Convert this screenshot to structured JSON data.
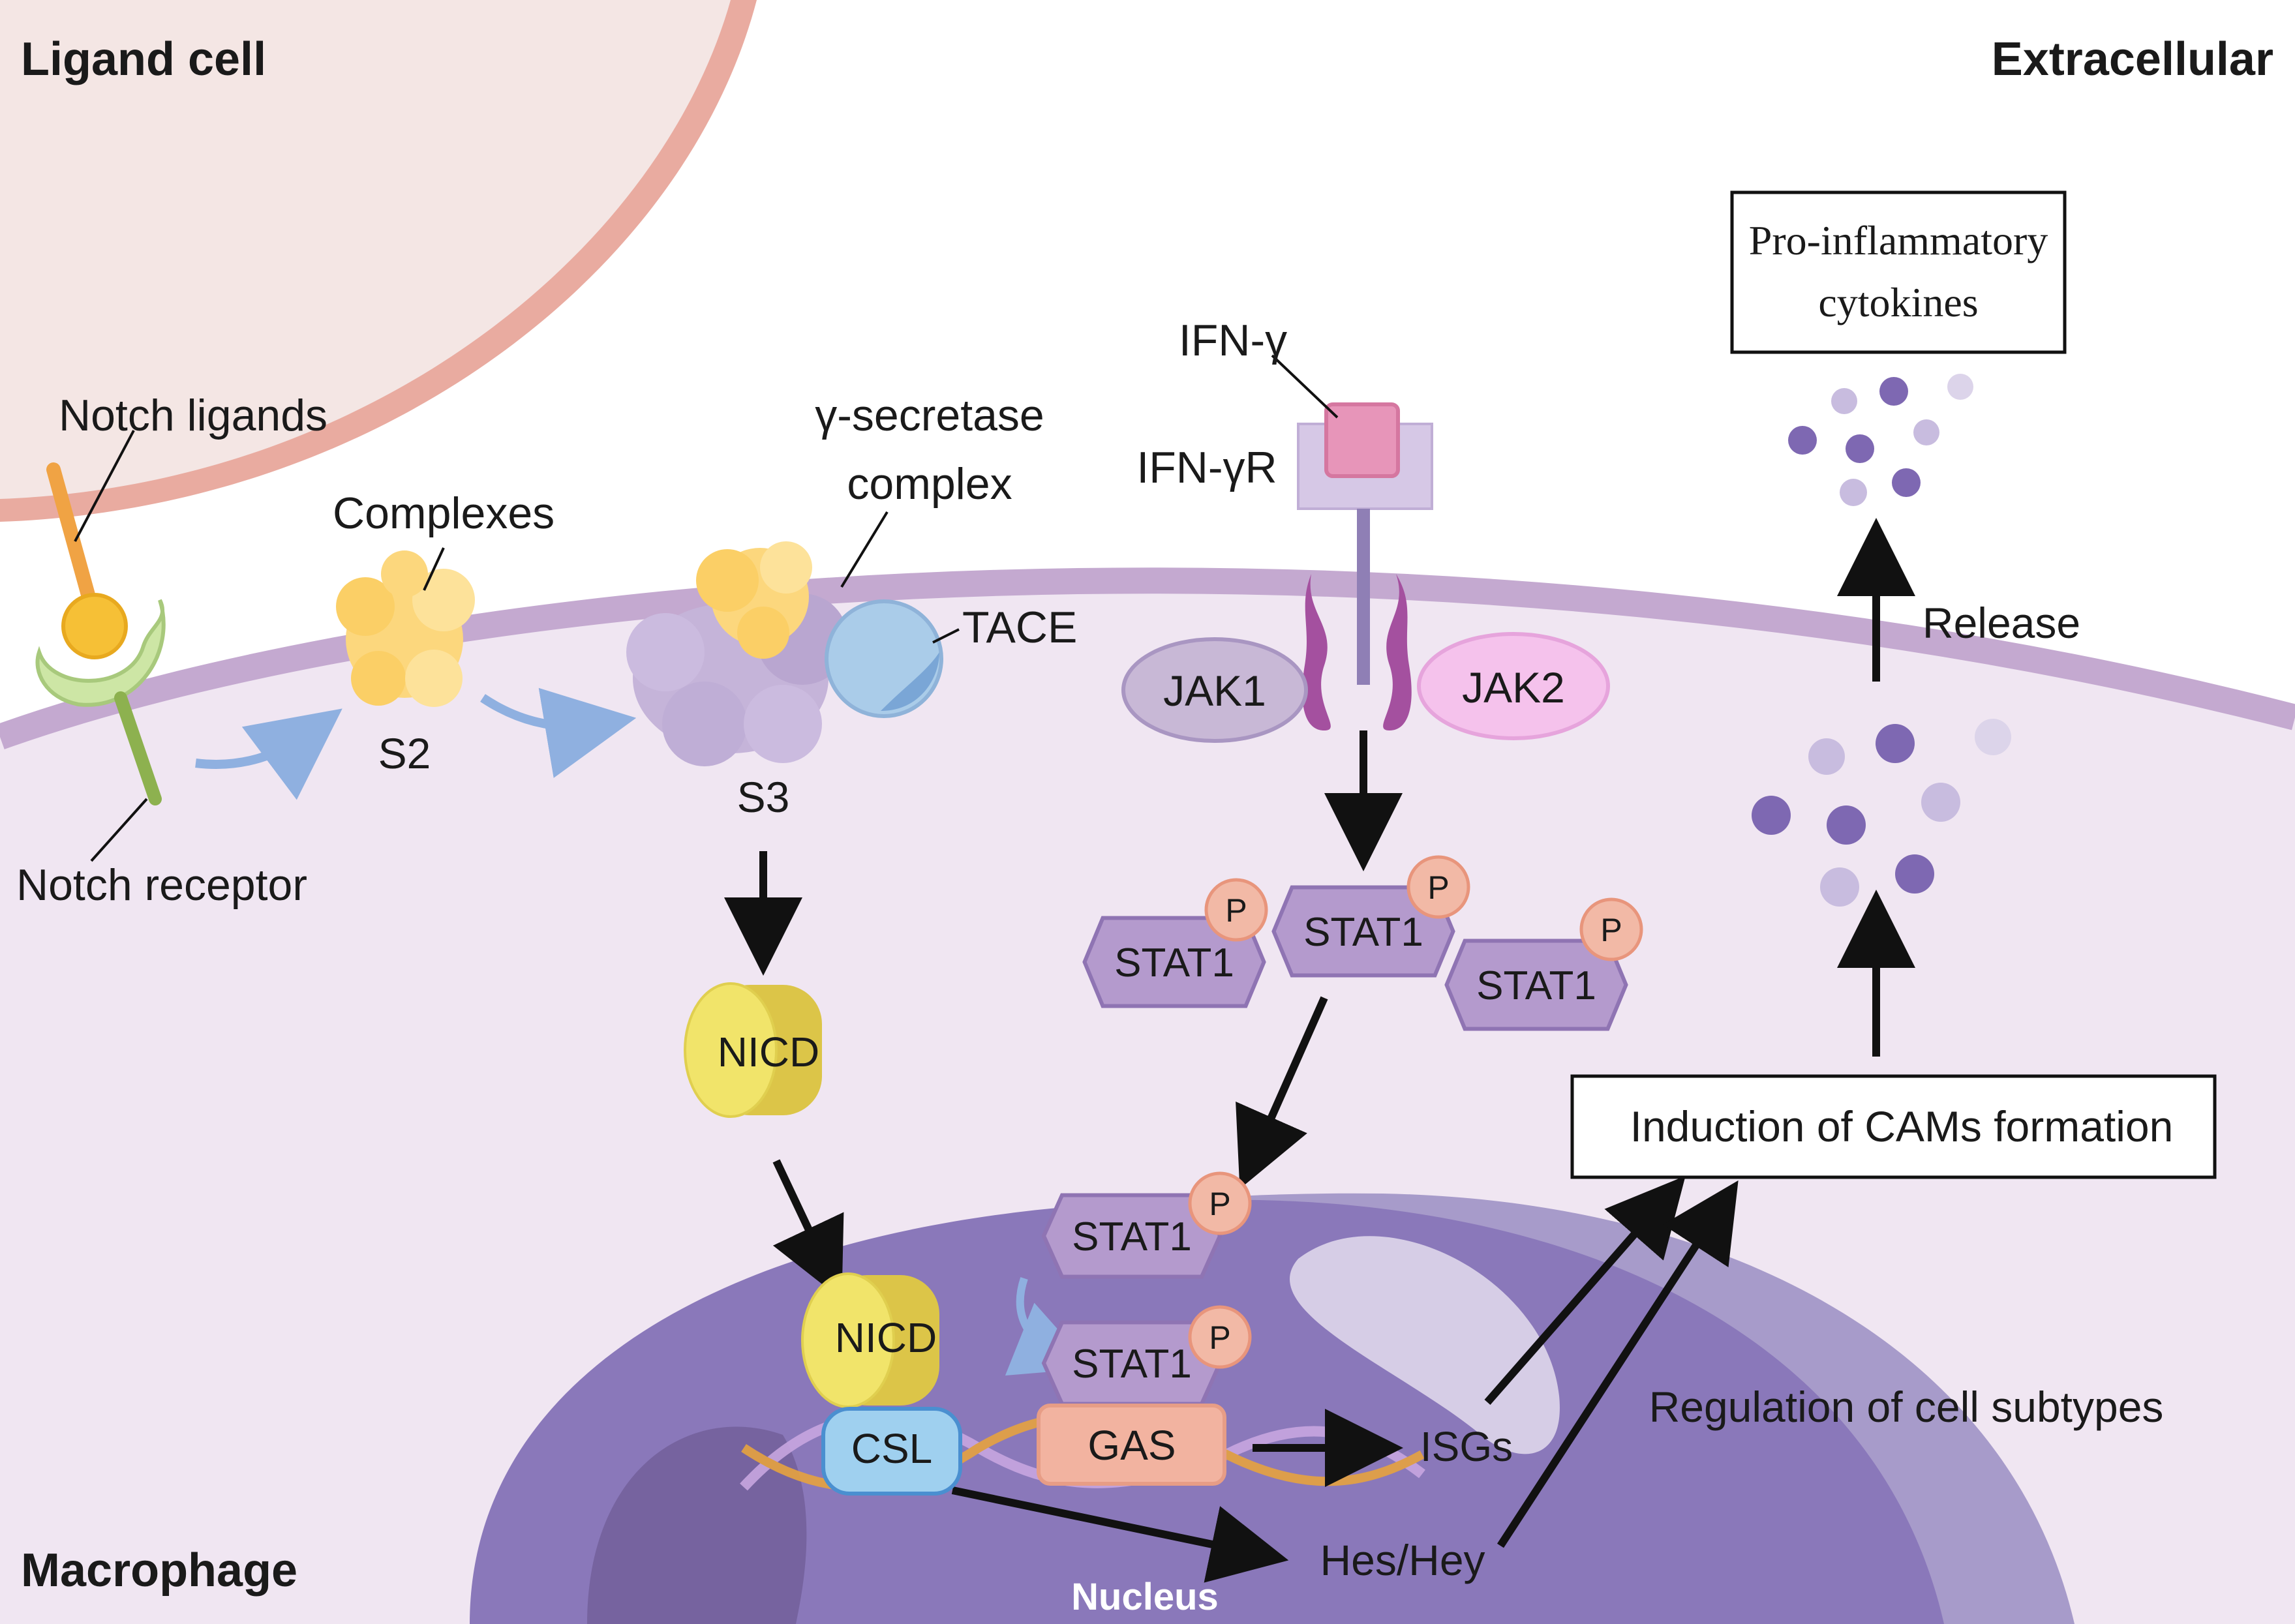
{
  "regions": {
    "ligand_cell": "Ligand cell",
    "extracellular": "Extracellular",
    "macrophage": "Macrophage",
    "nucleus": "Nucleus"
  },
  "notch": {
    "ligands": "Notch ligands",
    "receptor": "Notch receptor",
    "complexes": "Complexes",
    "s2": "S2",
    "s3": "S3",
    "gamma_secretase_line1": "γ-secretase",
    "gamma_secretase_line2": "complex",
    "tace": "TACE",
    "nicd_cytoplasm": "NICD",
    "nicd_nucleus": "NICD",
    "csl": "CSL",
    "hes_hey": "Hes/Hey"
  },
  "ifn": {
    "ifn_gamma": "IFN-γ",
    "ifn_gamma_r": "IFN-γR",
    "jak1": "JAK1",
    "jak2": "JAK2",
    "stat1_a": "STAT1",
    "stat1_b": "STAT1",
    "stat1_c": "STAT1",
    "stat1_d": "STAT1",
    "stat1_e": "STAT1",
    "phospho": "P",
    "gas": "GAS",
    "isgs": "ISGs"
  },
  "outcomes": {
    "induction": "Induction of CAMs formation",
    "regulation": "Regulation of cell subtypes",
    "release": "Release",
    "cytokines_line1": "Pro-inflammatory",
    "cytokines_line2": "cytokines"
  },
  "colors": {
    "ligand_cell_fill": "#f4e6e4",
    "ligand_cell_border": "#e9aba0",
    "membrane": "#c4a9d0",
    "cytoplasm": "#f0e6f2",
    "nucleus": "#8a78ba",
    "nucleolus": "#d6cde6",
    "stat1": "#b49acd",
    "phospho": "#f2b9a6",
    "nicd": "#f1e46a",
    "csl": "#9fd0ef",
    "gas": "#f2b3a0",
    "jak1": "#c8b8d6",
    "jak2": "#f5c2ec",
    "receptor": "#a4509f",
    "complex": "#fcd77d",
    "tace": "#aacce9",
    "ifn_gamma": "#e795b9",
    "cytokine_dark": "#7e68b2",
    "cytokine_light": "#c8bcdf"
  }
}
